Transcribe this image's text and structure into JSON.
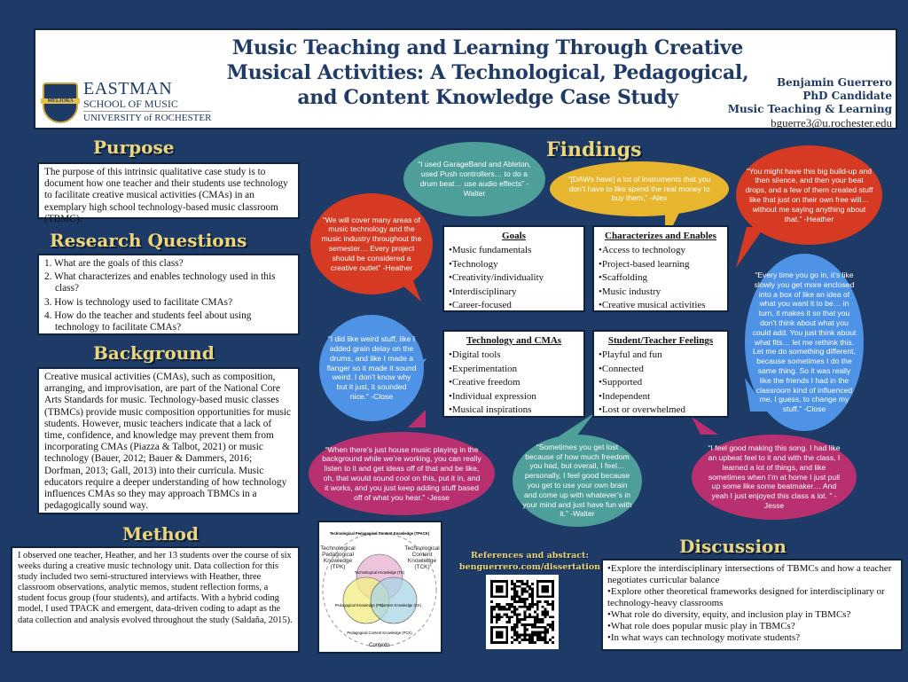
{
  "header": {
    "title": "Music Teaching and Learning Through Creative Musical Activities: A Technological, Pedagogical, and Content Knowledge Case Study",
    "logo": {
      "crest_text": "MELIORA",
      "line1": "EASTMAN",
      "line2": "SCHOOL OF MUSIC",
      "line3": "UNIVERSITY of ROCHESTER"
    },
    "author": {
      "name": "Benjamin Guerrero",
      "role": "PhD Candidate",
      "program": "Music Teaching & Learning",
      "email": "bguerre3@u.rochester.edu"
    }
  },
  "purpose": {
    "heading": "Purpose",
    "text": "The purpose of this intrinsic qualitative case study is to document how one teacher and their students use technology to facilitate creative musical activities (CMAs) in an exemplary high school technology-based music classroom (TBMC)."
  },
  "research_questions": {
    "heading": "Research Questions",
    "items": [
      "1. What are the goals of this class?",
      "2. What characterizes and enables technology used in this class?",
      "3. How is technology used to facilitate CMAs?",
      "4. How do the teacher and students feel about using technology to facilitate CMAs?"
    ]
  },
  "background": {
    "heading": "Background",
    "text": "Creative musical activities (CMAs), such as composition, arranging, and improvisation, are part of the National Core Arts Standards for music. Technology-based music classes (TBMCs) provide music composition opportunities for music students. However, music teachers indicate that a lack of time, confidence, and knowledge may prevent them from incorporating CMAs (Piazza & Talbot, 2021) or music technology (Bauer, 2012; Bauer & Dammers, 2016; Dorfman, 2013; Gall, 2013) into their curricula. Music educators require a deeper understanding of how technology influences CMAs so they may approach TBMCs in a pedagogically sound way."
  },
  "method": {
    "heading": "Method",
    "text": "I observed one teacher, Heather, and her 13 students over the course of six weeks during a creative music technology unit. Data collection for this study included two semi-structured interviews with Heather, three classroom observations, analytic memos, student reflection forms, a student focus group (four students), and artifacts. With a hybrid coding model, I used TPACK and emergent, data-driven coding to adapt as the data collection and analysis evolved throughout the study (Saldaña, 2015)."
  },
  "findings": {
    "heading": "Findings",
    "boxes": [
      {
        "title": "Goals",
        "items": [
          "Music fundamentals",
          "Technology",
          "Creativity/individuality",
          "Interdisciplinary",
          "Career-focused"
        ]
      },
      {
        "title": "Characterizes and Enables",
        "items": [
          "Access to technology",
          "Project-based learning",
          "Scaffolding",
          "Music industry",
          "Creative musical activities"
        ]
      },
      {
        "title": "Technology and CMAs",
        "items": [
          "Digital tools",
          "Experimentation",
          "Creative freedom",
          "Individual expression",
          "Musical inspirations"
        ]
      },
      {
        "title": "Student/Teacher Feelings",
        "items": [
          "Playful and fun",
          "Connected",
          "Supported",
          "Independent",
          "Lost or overwhelmed"
        ]
      }
    ],
    "quotes": [
      {
        "text": "“I used GarageBand and Ableton, used Push controllers… to do a drum beat… use audio effects” -Walter",
        "color": "#4e9e9a"
      },
      {
        "text": "“[DAWs have] a lot of instruments that you don’t have to like spend the real money to buy them,” -Alex",
        "color": "#e8b52e"
      },
      {
        "text": "“We will cover many areas of music technology and the music industry throughout the semester… Every project should be considered a creative outlet” -Heather",
        "color": "#d63a22"
      },
      {
        "text": "“You might have this big build-up and then silence, and then your beat drops, and a few of them created stuff like that just on their own free will… without me saying anything about that.” -Heather",
        "color": "#d63a22"
      },
      {
        "text": "“Every time you go in, it’s like slowly you get more enclosed into a box of like an idea of what you want it to be… in turn, it makes it so that you don’t think about what you could add. You just think about what fits… let me rethink this. Let me do something different, because sometimes I do the same thing. So it was really like the friends I had in the classroom kind of influenced me, I guess, to change my stuff.” -Close",
        "color": "#4f93e6"
      },
      {
        "text": "“I did like weird stuff, like I added grain delay on the drums, and like I made a flanger so it made it sound weird. I don’t know why but it just, it sounded nice.” -Close",
        "color": "#4f93e6"
      },
      {
        "text": "“When there’s just house music playing in the background while we’re working, you can really listen to it and get ideas off of that and be like, oh, that would sound cool on this, put it in, and it works, and you just keep adding stuff based off of what you hear.” -Jesse",
        "color": "#b8306f"
      },
      {
        "text": "“Sometimes you get lost because of how much freedom you had, but overall, I feel… personally, I feel good because you get to use your own brain and come up with whatever’s in your mind and just have fun with it.” -Walter",
        "color": "#4e9e9a"
      },
      {
        "text": "“I feel good making this song. I had like an upbeat feel to it and with the class, I learned a lot of things, and like sometimes when I’m at home I just pull up some like some beatmaker… And yeah I just enjoyed this class a lot. ” -Jesse",
        "color": "#b8306f"
      }
    ]
  },
  "tpack": {
    "top": "Technological Pedagogical Content Knowledge (TPACK)",
    "tk": "Technological Knowledge (TK)",
    "pk": "Pedagogical Knowledge (PK)",
    "ck": "Content Knowledge (CK)",
    "tpk": "Technological Pedagogical Knowledge (TPK)",
    "tck": "Technological Content Knowledge (TCK)",
    "pck": "Pedagogical Content Knowledge (PCK)",
    "contexts": "Contexts"
  },
  "references": {
    "label": "References and abstract:",
    "url": "benguerrero.com/dissertation"
  },
  "discussion": {
    "heading": "Discussion",
    "items": [
      "Explore the interdisciplinary intersections of TBMCs and how a teacher negotiates curricular balance",
      "Explore other theoretical frameworks designed for interdisciplinary or technology-heavy classrooms",
      "What role do diversity, equity, and inclusion play in TBMCs?",
      "What role does popular music play in TBMCs?",
      "In what ways can technology motivate students?"
    ]
  },
  "colors": {
    "background": "#1e3a66",
    "heading": "#ecd67c"
  }
}
